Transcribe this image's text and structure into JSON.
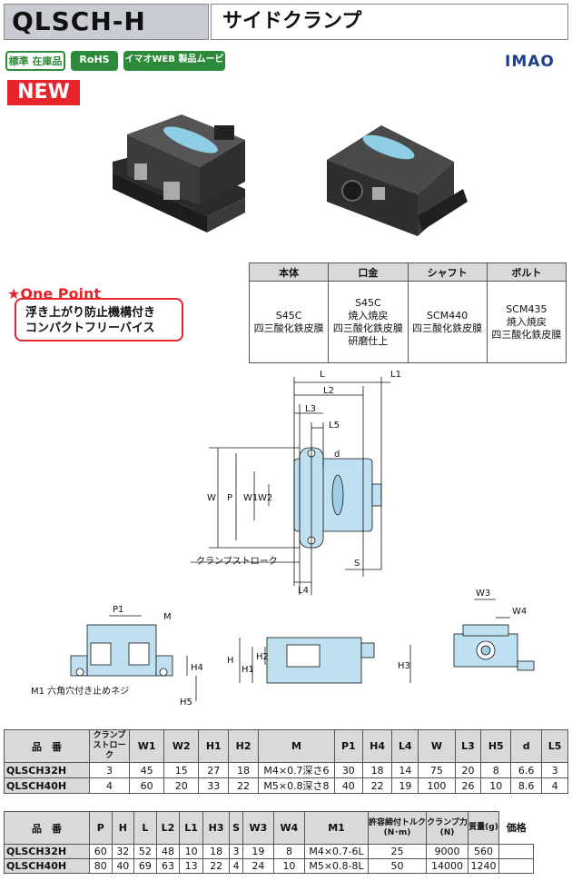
{
  "header": {
    "model": "QLSCH-H",
    "name": "サイドクランプ"
  },
  "badges": {
    "stock": "標準 在庫品",
    "rohs": "RoHS",
    "web": "イマオWEB 製品ムービー公開"
  },
  "logo": "IMAO",
  "new_label": "NEW",
  "one_point": {
    "title": "★One Point",
    "line1": "浮き上がり防止機構付き",
    "line2": "コンパクトフリーバイス"
  },
  "materials": {
    "headers": [
      "本体",
      "口金",
      "シャフト",
      "ボルト"
    ],
    "body": [
      "S45C",
      "四三酸化鉄皮膜"
    ],
    "jaw": [
      "S45C",
      "焼入焼戻",
      "四三酸化鉄皮膜",
      "研磨仕上"
    ],
    "shaft": [
      "SCM440",
      "四三酸化鉄皮膜"
    ],
    "bolt": [
      "SCM435",
      "焼入焼戻",
      "四三酸化鉄皮膜"
    ]
  },
  "drawing_labels": {
    "L": "L",
    "L1": "L1",
    "L2": "L2",
    "L3": "L3",
    "L4": "L4",
    "L5": "L5",
    "W": "W",
    "W1": "W1",
    "W2": "W2",
    "W3": "W3",
    "W4": "W4",
    "P": "P",
    "P1": "P1",
    "H": "H",
    "H1": "H1",
    "H2": "H2",
    "H3": "H3",
    "H4": "H4",
    "H5": "H5",
    "M": "M",
    "S": "S",
    "d": "d",
    "clamp_stroke": "クランプストローク",
    "m1_note": "M1 六角穴付き止めネジ"
  },
  "table1": {
    "headers": [
      "品　番",
      "クランプストローク",
      "W1",
      "W2",
      "H1",
      "H2",
      "M",
      "P1",
      "H4",
      "L4",
      "W",
      "L3",
      "H5",
      "d",
      "L5"
    ],
    "rows": [
      [
        "QLSCH32H",
        "3",
        "45",
        "15",
        "27",
        "18",
        "M4×0.7深さ6",
        "30",
        "18",
        "14",
        "75",
        "20",
        "8",
        "6.6",
        "3"
      ],
      [
        "QLSCH40H",
        "4",
        "60",
        "20",
        "33",
        "22",
        "M5×0.8深さ8",
        "40",
        "22",
        "19",
        "100",
        "26",
        "10",
        "8.6",
        "4"
      ]
    ]
  },
  "table2": {
    "headers": [
      "品　番",
      "P",
      "H",
      "L",
      "L2",
      "L1",
      "H3",
      "S",
      "W3",
      "W4",
      "M1",
      "許容締付トルク(N･m)",
      "クランプ力(N)",
      "質量(g)",
      "価格"
    ],
    "rows": [
      [
        "QLSCH32H",
        "60",
        "32",
        "52",
        "48",
        "10",
        "18",
        "3",
        "19",
        "8",
        "M4×0.7-6L",
        "25",
        "9000",
        "560",
        ""
      ],
      [
        "QLSCH40H",
        "80",
        "40",
        "69",
        "63",
        "13",
        "22",
        "4",
        "24",
        "10",
        "M5×0.8-8L",
        "50",
        "14000",
        "1240",
        ""
      ]
    ]
  }
}
